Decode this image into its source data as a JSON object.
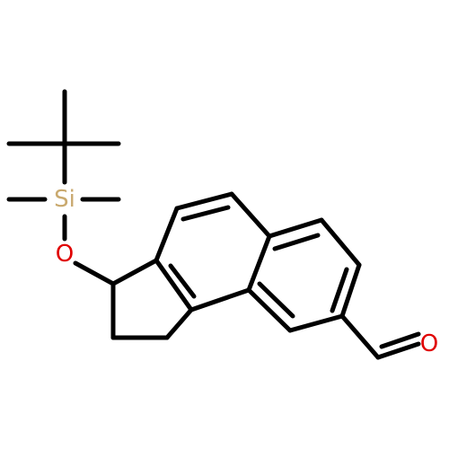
{
  "molecule": {
    "atoms": [
      {
        "id": "si",
        "label": "Si",
        "color": "#c9a96e"
      },
      {
        "id": "o_ether",
        "label": "O",
        "color": "#e00000"
      },
      {
        "id": "o_aldehyde",
        "label": "O",
        "color": "#e00000"
      }
    ],
    "bond_color": "#000000"
  }
}
